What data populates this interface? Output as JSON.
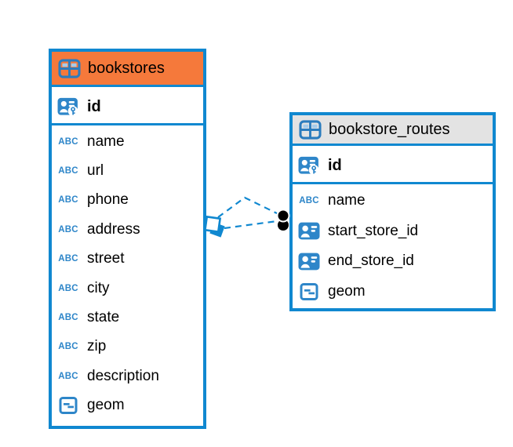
{
  "page": {
    "background": "#FFFFFF"
  },
  "diagram": {
    "colors": {
      "table_border_blue": "#1088D0",
      "icon_blue": "#2E86C9",
      "icon_light_blue": "#A5CBEB",
      "selected_header_orange": "#F5793B",
      "default_header_gray": "#E3E3E3",
      "text_black": "#000000",
      "relationship_line_blue": "#1088D0",
      "relationship_dot_black": "#000000"
    },
    "icons": {
      "text_icon_glyph": "ABC"
    },
    "tables": [
      {
        "name": "bookstores",
        "header_style": "selected-orange",
        "header_color": "#F5793B",
        "columns": [
          {
            "name": "id",
            "icon": "primary-key-icon",
            "primary_key": true
          },
          {
            "name": "name",
            "icon": "text-icon"
          },
          {
            "name": "url",
            "icon": "text-icon"
          },
          {
            "name": "phone",
            "icon": "text-icon"
          },
          {
            "name": "address",
            "icon": "text-icon"
          },
          {
            "name": "street",
            "icon": "text-icon"
          },
          {
            "name": "city",
            "icon": "text-icon"
          },
          {
            "name": "state",
            "icon": "text-icon"
          },
          {
            "name": "zip",
            "icon": "text-icon"
          },
          {
            "name": "description",
            "icon": "text-icon"
          },
          {
            "name": "geom",
            "icon": "geometry-icon"
          }
        ]
      },
      {
        "name": "bookstore_routes",
        "header_style": "default-gray",
        "header_color": "#E3E3E3",
        "columns": [
          {
            "name": "id",
            "icon": "primary-key-icon",
            "primary_key": true
          },
          {
            "name": "name",
            "icon": "text-icon"
          },
          {
            "name": "start_store_id",
            "icon": "foreign-key-icon"
          },
          {
            "name": "end_store_id",
            "icon": "foreign-key-icon"
          },
          {
            "name": "geom",
            "icon": "geometry-icon"
          }
        ]
      }
    ],
    "relationships": [
      {
        "from_table": "bookstores",
        "to_table": "bookstore_routes",
        "line_style": "dashed"
      },
      {
        "from_table": "bookstores",
        "to_table": "bookstore_routes",
        "line_style": "dashed"
      }
    ]
  }
}
